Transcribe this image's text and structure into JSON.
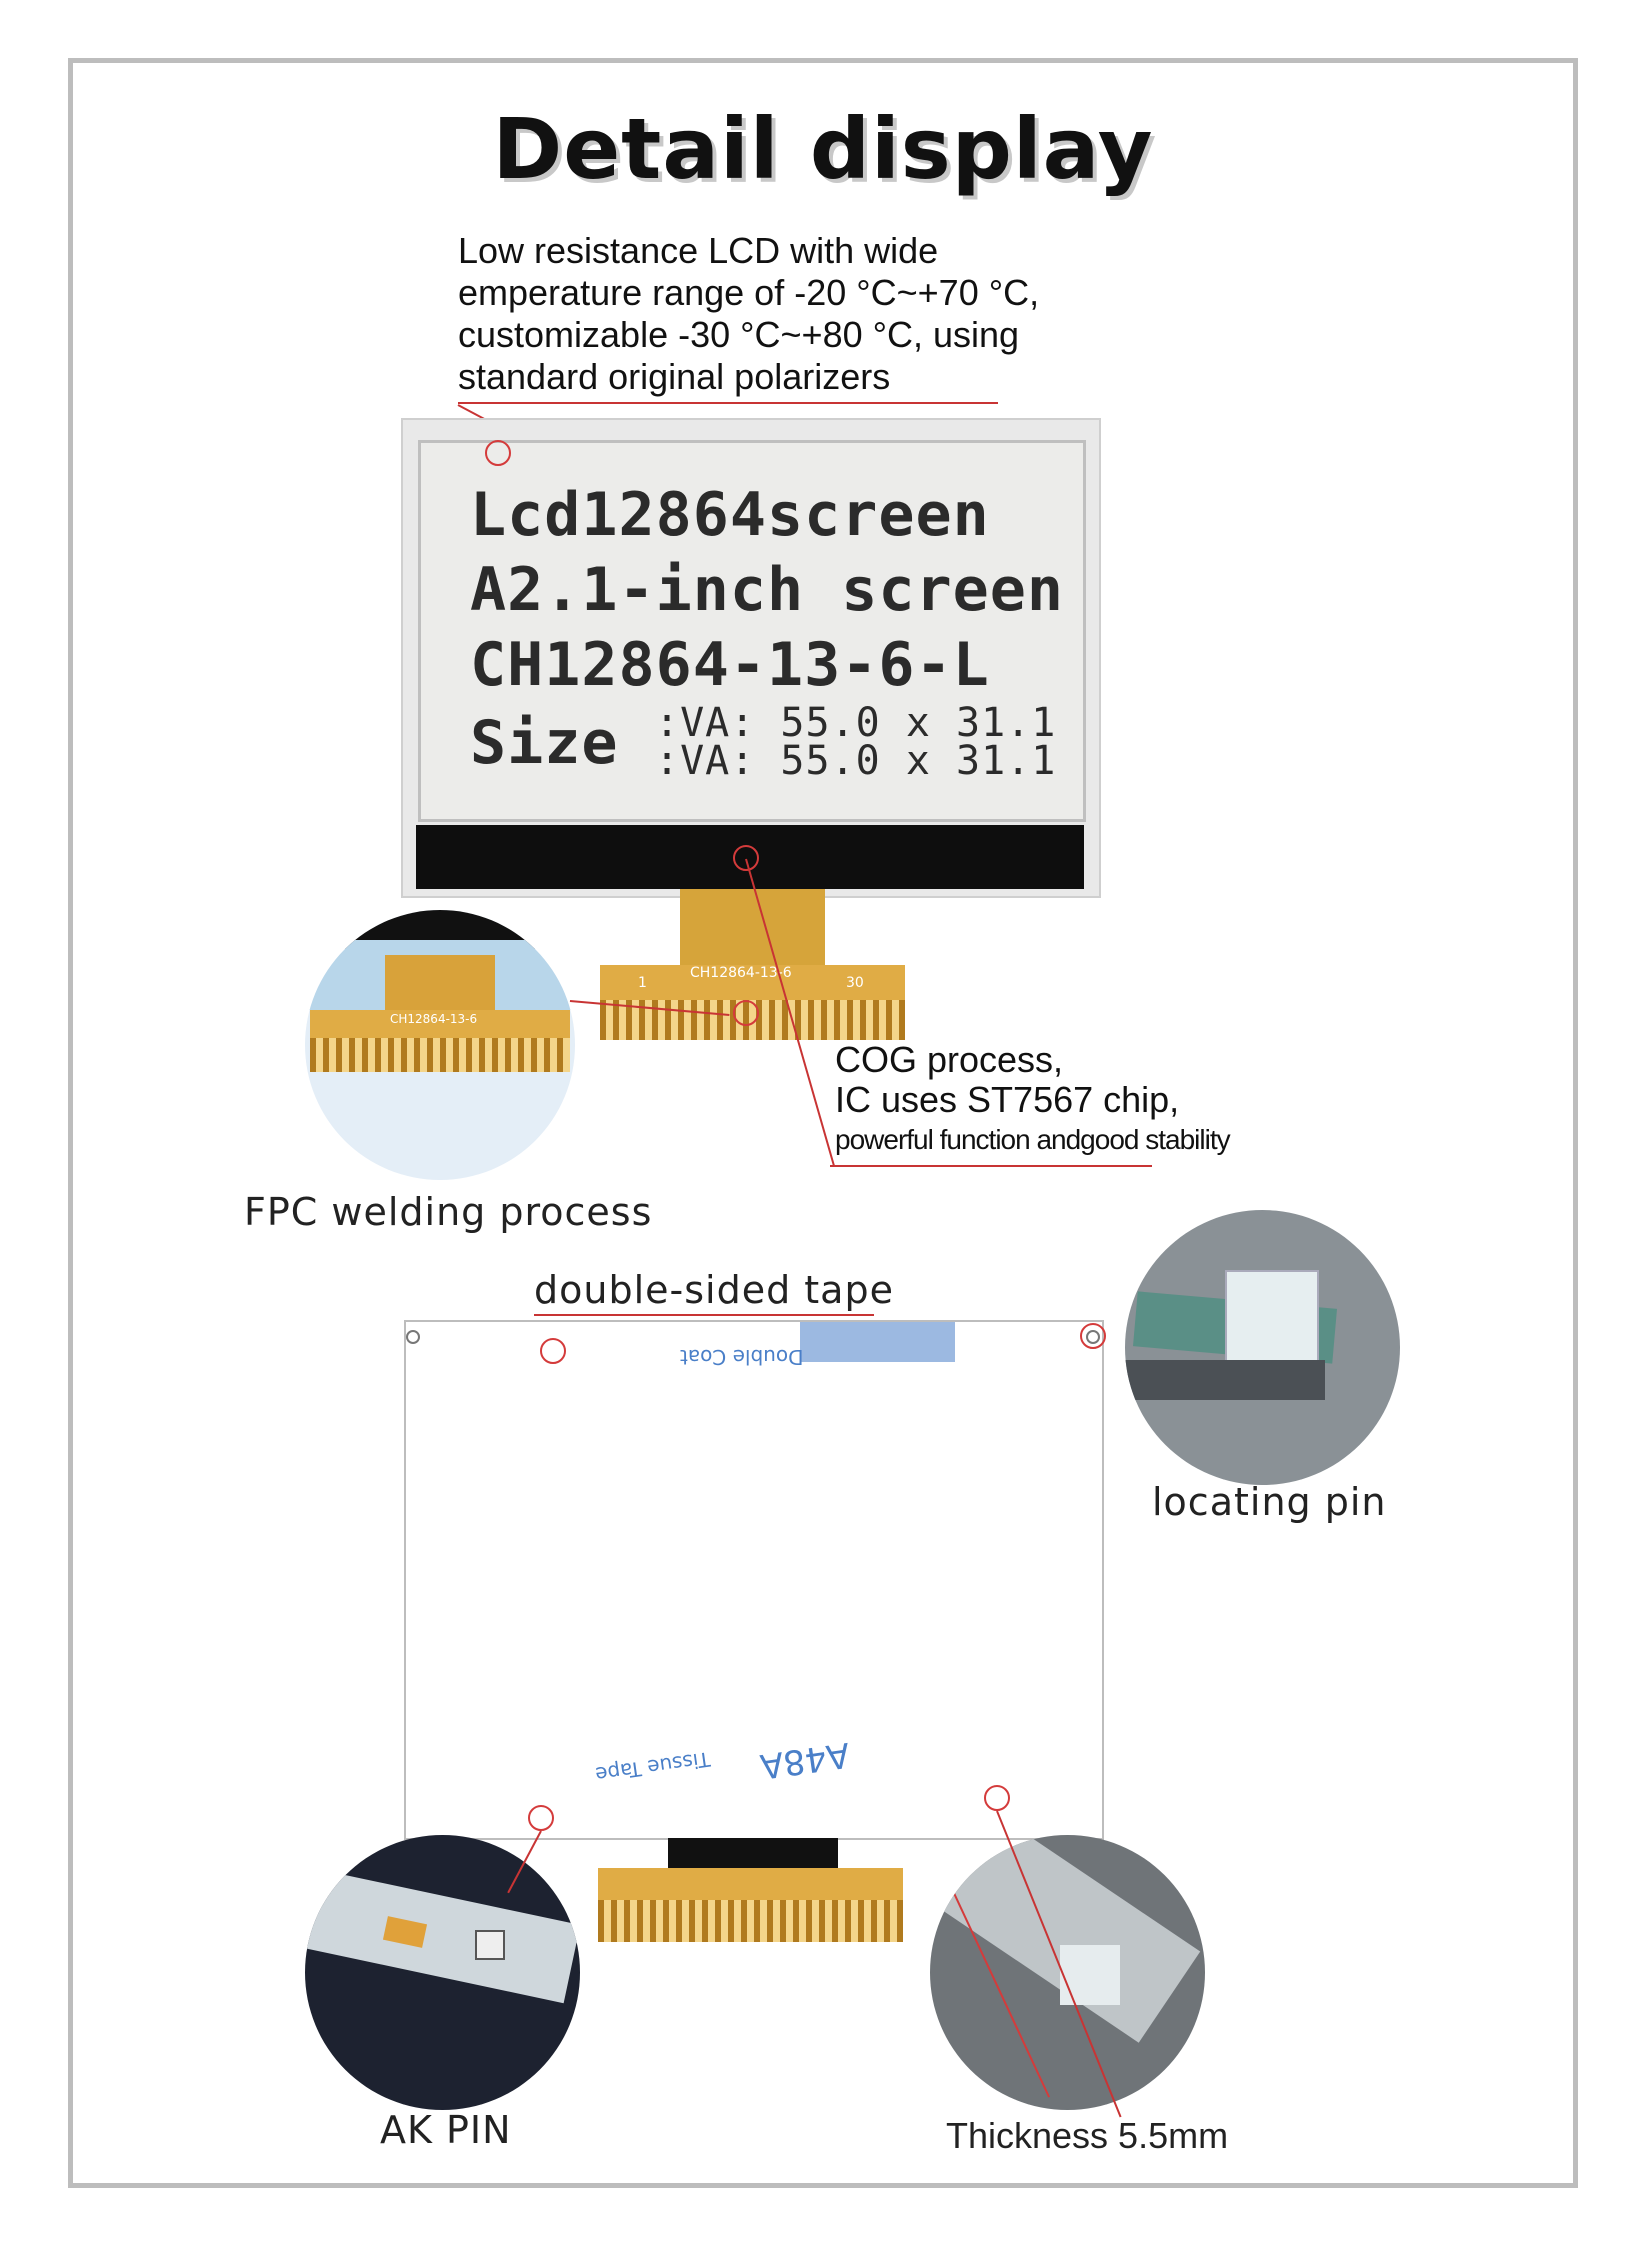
{
  "title": "Detail display",
  "lcd_note": {
    "lines": [
      "Low resistance LCD with wide",
      "emperature range of -20 °C~+70 °C,",
      "customizable -30 °C~+80 °C, using",
      "standard original polarizers"
    ]
  },
  "lcd_screen": {
    "lines": [
      "Lcd12864screen",
      "A2.1-inch screen",
      "CH12864-13-6-L"
    ],
    "size_label": "Size",
    "size_values": [
      ":VA: 55.0 x 31.1",
      ":VA: 55.0 x 31.1"
    ]
  },
  "fpc_marking": {
    "model": "CH12864-13-6",
    "pin_first": "1",
    "pin_last": "30"
  },
  "cog_note": {
    "lines": [
      "COG process,",
      "IC uses ST7567 chip,",
      "powerful function andgood stability"
    ]
  },
  "labels": {
    "fpc_welding": "FPC welding process",
    "double_sided_tape": "double-sided tape",
    "locating_pin": "locating pin",
    "ak_pin": "AK PIN",
    "thickness": "Thickness 5.5mm"
  },
  "back_tape_text": {
    "top_a": "Double Coat",
    "bottom_a": "Tissue Tape",
    "bottom_b": "A48A"
  },
  "colors": {
    "accent_red": "#d43b3b",
    "fpc_gold": "#e0ac45",
    "lcd_bg": "#ececea",
    "frame": "#bdbdbd"
  }
}
